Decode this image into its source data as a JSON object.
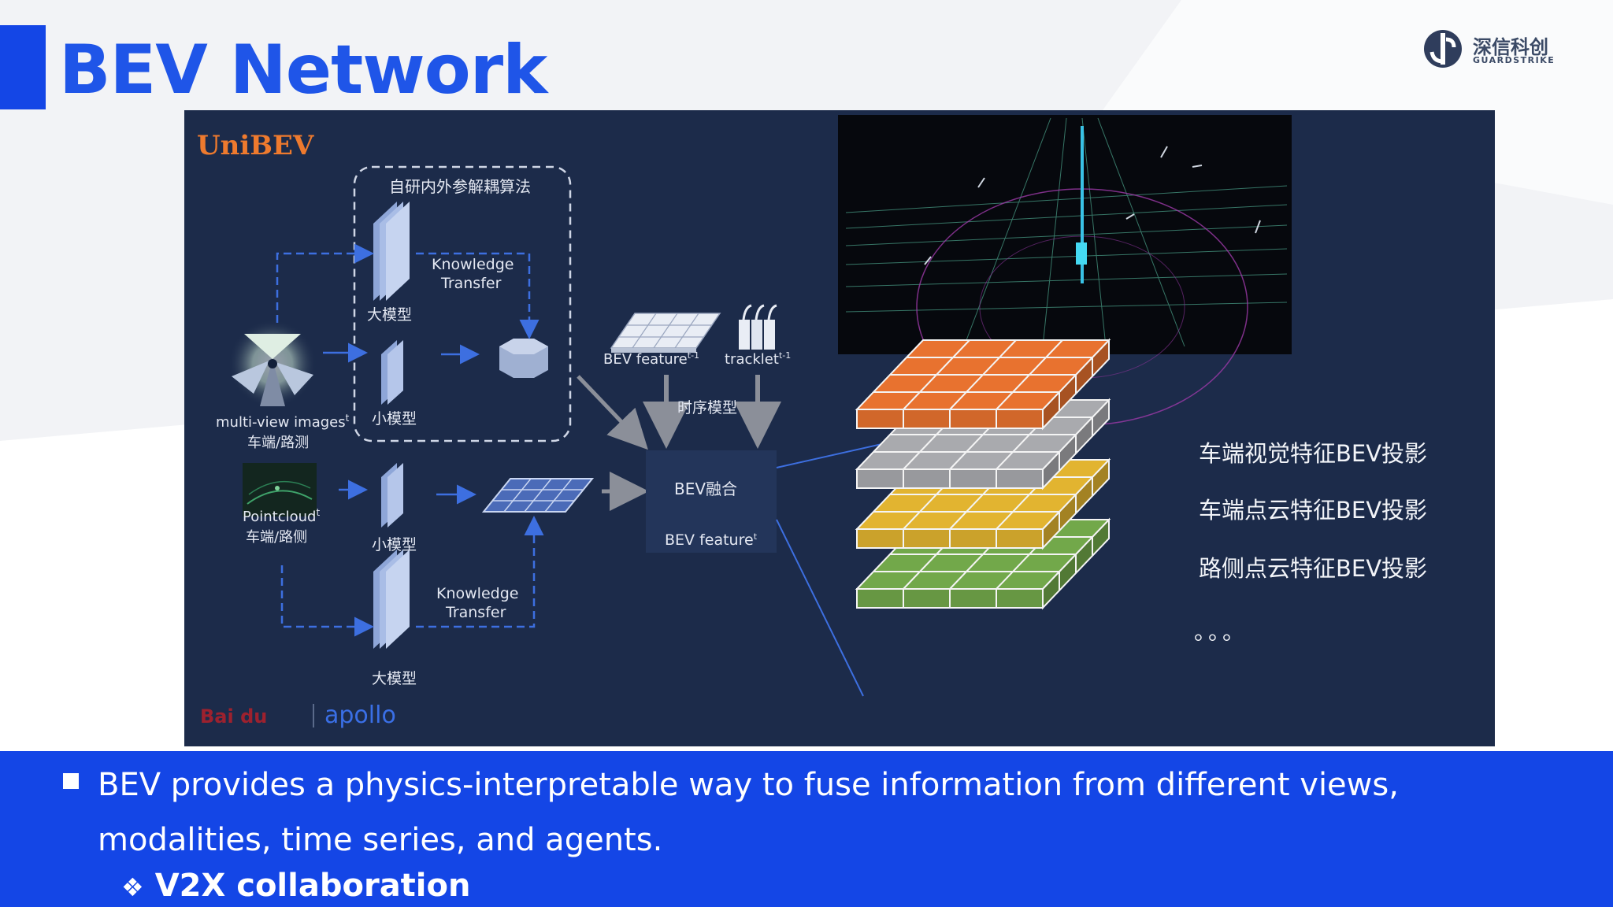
{
  "slide": {
    "title": "BEV Network",
    "logo": {
      "name": "深信科创",
      "sub": "GUARDSTRIKE"
    }
  },
  "diagram": {
    "unibev_label": "UniBEV",
    "dashed_box_label": "自研内外参解耦算法",
    "knowledge_transfer_top_1": "Knowledge",
    "knowledge_transfer_top_2": "Transfer",
    "knowledge_transfer_bottom_1": "Knowledge",
    "knowledge_transfer_bottom_2": "Transfer",
    "large_model_top": "大模型",
    "small_model_top": "小模型",
    "small_model_bottom": "小模型",
    "large_model_bottom": "大模型",
    "multiview_label_1": "multi-view images",
    "multiview_sup": "t",
    "multiview_label_2": "车端/路测",
    "pointcloud_label_1": "Pointcloud",
    "pointcloud_sup": "t",
    "pointcloud_label_2": "车端/路侧",
    "bev_feature_prev": "BEV feature",
    "bev_feature_prev_sup": "t-1",
    "tracklet_prev": "tracklet",
    "tracklet_prev_sup": "t-1",
    "temporal_model": "时序模型",
    "bev_fusion": "BEV融合",
    "bev_feature_t": "BEV feature",
    "bev_feature_t_sup": "t",
    "layer_labels": [
      "车端视觉特征BEV投影",
      "车端点云特征BEV投影",
      "路侧点云特征BEV投影",
      "。。。"
    ],
    "brand_left": "Bai du",
    "brand_right": "apollo",
    "layer_colors": [
      "#e8722f",
      "#a9aaae",
      "#e2b430",
      "#72a84a"
    ]
  },
  "footer": {
    "bullet": "BEV provides a physics-interpretable way to fuse information from different views, modalities, time series, and agents.",
    "sub_bullet_icon": "❖",
    "sub_bullet": "V2X collaboration"
  }
}
